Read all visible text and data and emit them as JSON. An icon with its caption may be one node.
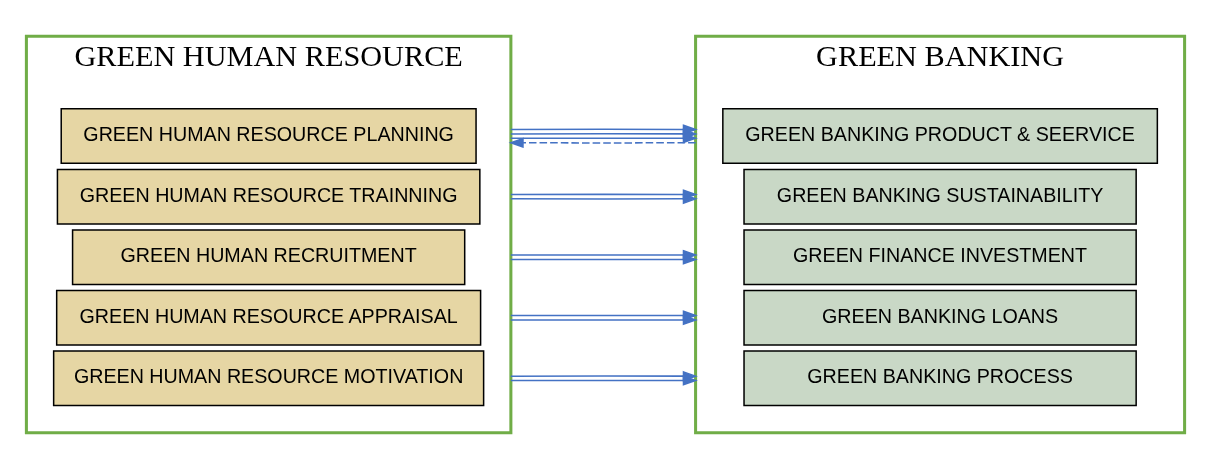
{
  "diagram": {
    "nodes": [
      {
        "text": [
          "GREEN HUMAN RESOURCE"
        ]
      },
      {
        "text": [
          "GREEN HUMAN RESOURCE PLANNING"
        ],
        "in": 0
      },
      {
        "text": [
          "GREEN HUMAN RESOURCE TRAINNING"
        ],
        "in": 0
      },
      {
        "text": [
          "GREEN HUMAN RECRUITMENT"
        ],
        "in": 0
      },
      {
        "text": [
          "GREEN HUMAN RESOURCE APPRAISAL"
        ],
        "in": 0
      },
      {
        "text": [
          "GREEN HUMAN RESOURCE MOTIVATION"
        ],
        "in": 0
      },
      {
        "text": [
          "GREEN BANKING"
        ]
      },
      {
        "text": [
          "GREEN BANKING PRODUCT & SEERVICE"
        ],
        "in": 6
      },
      {
        "text": [
          "GREEN BANKING SUSTAINABILITY"
        ],
        "in": 6
      },
      {
        "text": [
          "GREEN FINANCE INVESTMENT"
        ],
        "in": 6
      },
      {
        "text": [
          "GREEN BANKING LOANS"
        ],
        "in": 6
      },
      {
        "text": [
          "GREEN BANKING PROCESS"
        ],
        "in": 6
      }
    ],
    "edges": [
      {
        "from": 0,
        "to": 6,
        "arrow": "to"
      },
      {
        "from": 0,
        "to": 6,
        "arrow": "to"
      },
      {
        "from": 0,
        "to": 6,
        "arrow": "to"
      },
      {
        "from": 0,
        "to": 6,
        "arrow": "to"
      },
      {
        "from": 0,
        "to": 6,
        "arrow": "to"
      },
      {
        "from": 0,
        "to": 6,
        "arrow": "to"
      },
      {
        "from": 0,
        "to": 6,
        "arrow": "to"
      },
      {
        "from": 0,
        "to": 6,
        "arrow": "to"
      },
      {
        "from": 0,
        "to": 6,
        "arrow": "to"
      },
      {
        "from": 0,
        "to": 6,
        "arrow": "to"
      },
      {
        "from": 0,
        "to": 6,
        "arrow": "to"
      },
      {
        "from": 6,
        "to": 0,
        "arrow": "to",
        "style": "dashed"
      }
    ]
  }
}
